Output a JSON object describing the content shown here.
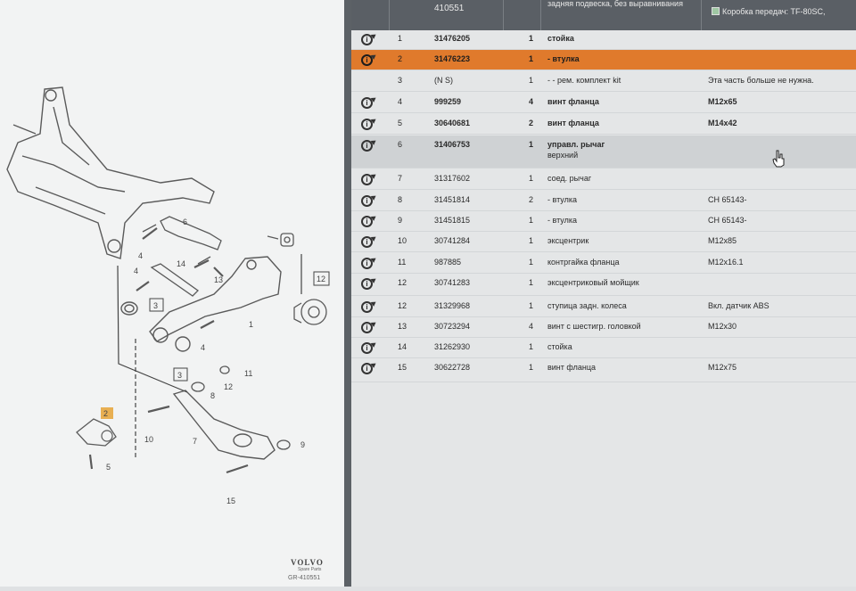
{
  "header": {
    "code": "410551",
    "title": "задняя подвеска, без выравнивания",
    "filter_label": "Коробка передач: TF-80SC,"
  },
  "rows": [
    {
      "pos": "1",
      "part": "31476205",
      "qty": "1",
      "desc": "стойка",
      "desc2": "",
      "note": "",
      "style": "bold"
    },
    {
      "pos": "2",
      "part": "31476223",
      "qty": "1",
      "desc": "- втулка",
      "desc2": "",
      "note": "",
      "style": "sel"
    },
    {
      "pos": "3",
      "part": "(N S)",
      "qty": "1",
      "desc": "- - рем. комплект kit",
      "desc2": "",
      "note": "Эта часть больше не нужна.",
      "style": "plain"
    },
    {
      "pos": "4",
      "part": "999259",
      "qty": "4",
      "desc": "винт фланца",
      "desc2": "",
      "note": "M12x65",
      "style": "bold"
    },
    {
      "pos": "5",
      "part": "30640681",
      "qty": "2",
      "desc": "винт фланца",
      "desc2": "",
      "note": "M14x42",
      "style": "bold"
    },
    {
      "pos": "6",
      "part": "31406753",
      "qty": "1",
      "desc": "управл. рычаг",
      "desc2": "верхний",
      "note": "",
      "style": "gray"
    },
    {
      "pos": "7",
      "part": "31317602",
      "qty": "1",
      "desc": "соед. рычаг",
      "desc2": "",
      "note": "",
      "style": "plain"
    },
    {
      "pos": "8",
      "part": "31451814",
      "qty": "2",
      "desc": "- втулка",
      "desc2": "",
      "note": "CH 65143-",
      "style": "plain"
    },
    {
      "pos": "9",
      "part": "31451815",
      "qty": "1",
      "desc": "- втулка",
      "desc2": "",
      "note": "CH 65143-",
      "style": "plain"
    },
    {
      "pos": "10",
      "part": "30741284",
      "qty": "1",
      "desc": "эксцентрик",
      "desc2": "",
      "note": "M12x85",
      "style": "plain"
    },
    {
      "pos": "11",
      "part": "987885",
      "qty": "1",
      "desc": "контргайка фланца",
      "desc2": "",
      "note": "M12x16.1",
      "style": "plain"
    },
    {
      "pos": "12",
      "part": "30741283",
      "qty": "1",
      "desc": "эксцентриковый мойщик",
      "desc2": "",
      "note": "",
      "style": "plain"
    },
    {
      "pos": "12",
      "part": "31329968",
      "qty": "1",
      "desc": "ступица задн. колеса",
      "desc2": "",
      "note": "Вкл. датчик ABS",
      "style": "plain"
    },
    {
      "pos": "13",
      "part": "30723294",
      "qty": "4",
      "desc": "винт с шестигр. головкой",
      "desc2": "",
      "note": "M12x30",
      "style": "plain"
    },
    {
      "pos": "14",
      "part": "31262930",
      "qty": "1",
      "desc": "стойка",
      "desc2": "",
      "note": "",
      "style": "plain"
    },
    {
      "pos": "15",
      "part": "30622728",
      "qty": "1",
      "desc": "винт фланца",
      "desc2": "",
      "note": "M12x75",
      "style": "plain"
    }
  ],
  "diagram": {
    "labels": [
      "6",
      "4",
      "14",
      "4",
      "13",
      "12",
      "3",
      "1",
      "4",
      "3",
      "11",
      "8",
      "12",
      "2",
      "10",
      "7",
      "9",
      "5",
      "15"
    ],
    "brand": "VOLVO",
    "brand_sub": "Spare Parts",
    "ref": "GR-410551"
  },
  "colors": {
    "selected_row": "#e07a2c",
    "header_bg": "#5a5f65",
    "highlight_box": "#e6a235"
  }
}
